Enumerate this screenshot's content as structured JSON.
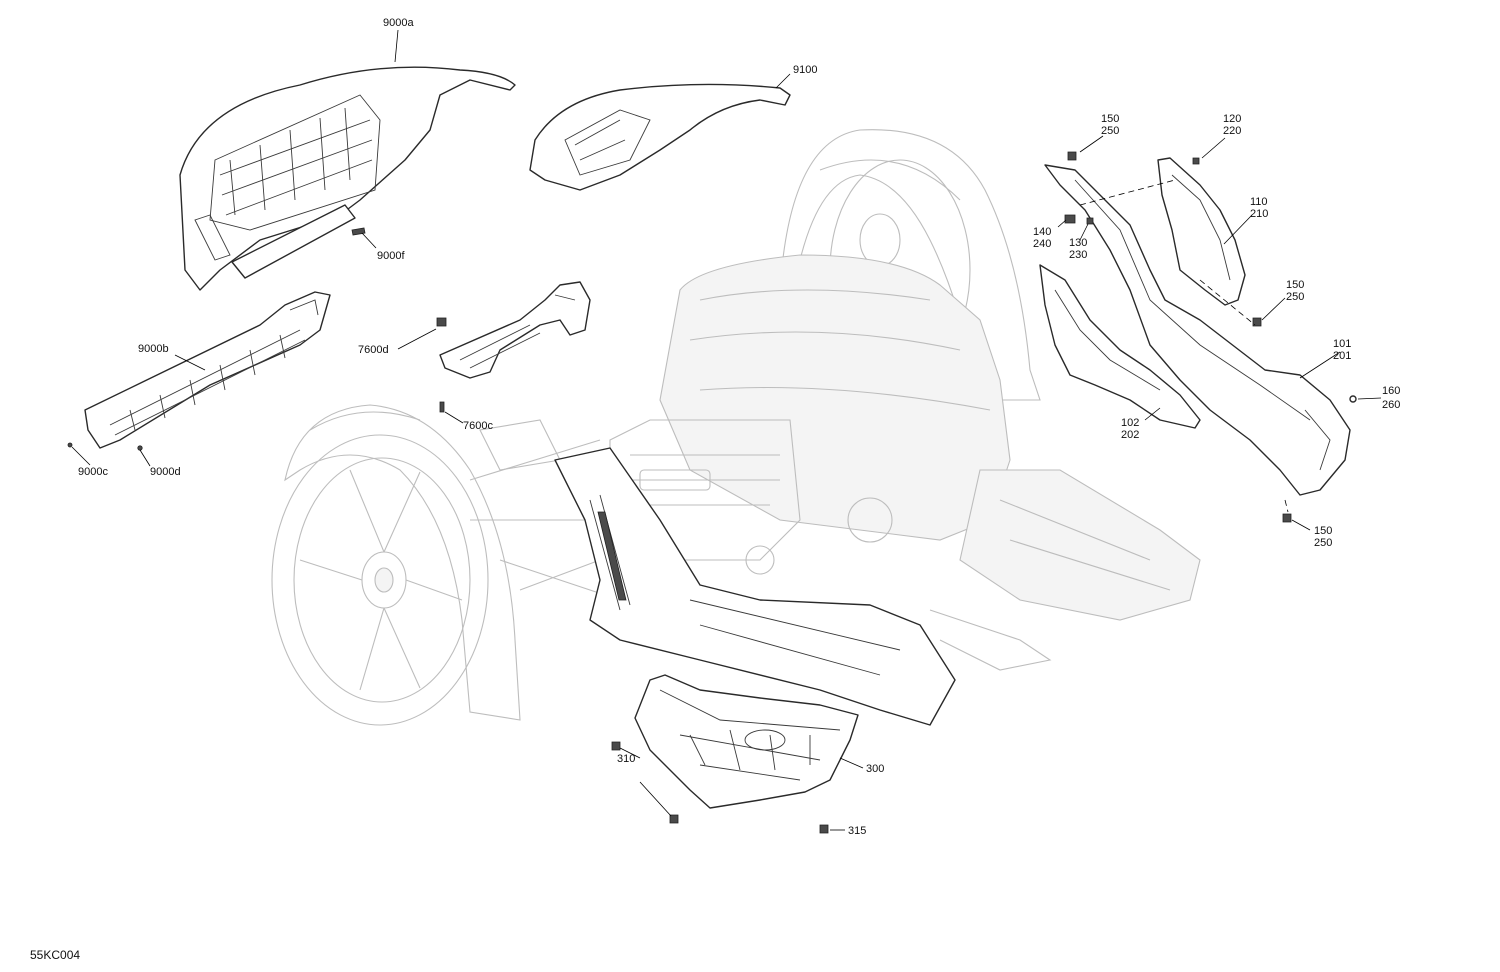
{
  "drawing_code": "55KC004",
  "callouts": [
    {
      "id": "9000a",
      "lines": [
        "9000a"
      ]
    },
    {
      "id": "9100",
      "lines": [
        "9100"
      ]
    },
    {
      "id": "9000f",
      "lines": [
        "9000f"
      ]
    },
    {
      "id": "9000b",
      "lines": [
        "9000b"
      ]
    },
    {
      "id": "9000c",
      "lines": [
        "9000c"
      ]
    },
    {
      "id": "9000d",
      "lines": [
        "9000d"
      ]
    },
    {
      "id": "7600d",
      "lines": [
        "7600d"
      ]
    },
    {
      "id": "7600c",
      "lines": [
        "7600c"
      ]
    },
    {
      "id": "150-250-top",
      "lines": [
        "150",
        "250"
      ]
    },
    {
      "id": "120-220",
      "lines": [
        "120",
        "220"
      ]
    },
    {
      "id": "110-210",
      "lines": [
        "110",
        "210"
      ]
    },
    {
      "id": "140-240",
      "lines": [
        "140",
        "240"
      ]
    },
    {
      "id": "130-230",
      "lines": [
        "130",
        "230"
      ]
    },
    {
      "id": "150-250-mid",
      "lines": [
        "150",
        "250"
      ]
    },
    {
      "id": "101-201",
      "lines": [
        "101",
        "201"
      ]
    },
    {
      "id": "160-260",
      "lines": [
        "160",
        "260"
      ]
    },
    {
      "id": "102-202",
      "lines": [
        "102",
        "202"
      ]
    },
    {
      "id": "150-250-bottom",
      "lines": [
        "150",
        "250"
      ]
    },
    {
      "id": "300",
      "lines": [
        "300"
      ]
    },
    {
      "id": "310",
      "lines": [
        "310"
      ]
    },
    {
      "id": "315",
      "lines": [
        "315"
      ]
    }
  ]
}
